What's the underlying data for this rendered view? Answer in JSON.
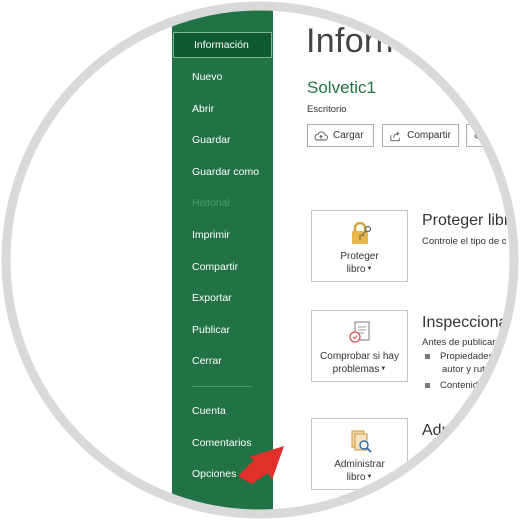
{
  "sidebar": {
    "items": [
      {
        "label": "Información",
        "state": "selected"
      },
      {
        "label": "Nuevo",
        "state": "normal"
      },
      {
        "label": "Abrir",
        "state": "normal"
      },
      {
        "label": "Guardar",
        "state": "normal"
      },
      {
        "label": "Guardar como",
        "state": "normal"
      },
      {
        "label": "Historial",
        "state": "disabled"
      },
      {
        "label": "Imprimir",
        "state": "normal"
      },
      {
        "label": "Compartir",
        "state": "normal"
      },
      {
        "label": "Exportar",
        "state": "normal"
      },
      {
        "label": "Publicar",
        "state": "normal"
      },
      {
        "label": "Cerrar",
        "state": "normal"
      },
      {
        "label": "Cuenta",
        "state": "normal"
      },
      {
        "label": "Comentarios",
        "state": "normal"
      },
      {
        "label": "Opciones",
        "state": "normal"
      }
    ]
  },
  "main": {
    "title": "Informa",
    "doc_name": "Solvetic1",
    "location": "Escritorio",
    "toolbar": {
      "upload_label": "Cargar",
      "share_label": "Compartir"
    },
    "sections": [
      {
        "button_line1": "Proteger",
        "button_line2": "libro",
        "title": "Proteger libro",
        "desc": "Controle el tipo de c"
      },
      {
        "button_line1": "Comprobar si hay",
        "button_line2": "problemas",
        "title": "Inspeccionar",
        "desc": "Antes de publicar",
        "bullet1": "Propiedades",
        "bullet1_cont": "autor y rut",
        "bullet2": "Contenid"
      },
      {
        "button_line1": "Administrar",
        "button_line2": "libro",
        "title": "Adm"
      }
    ]
  },
  "colors": {
    "sidebar_bg": "#217346",
    "sidebar_selected": "#0f5a31",
    "accent_text": "#217346",
    "arrow": "#e0302a"
  }
}
